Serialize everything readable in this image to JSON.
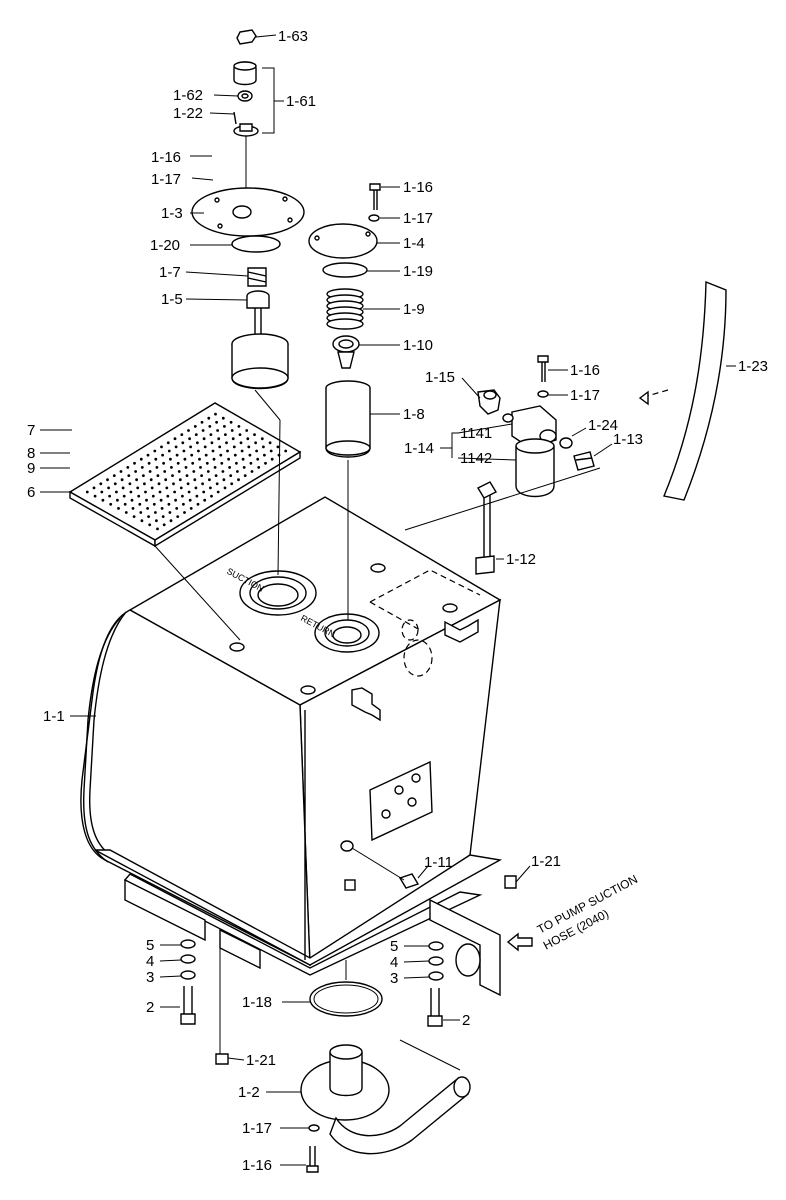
{
  "labels": {
    "l_1_63": "1-63",
    "l_1_62": "1-62",
    "l_1_61": "1-61",
    "l_1_22": "1-22",
    "l_1_16_a": "1-16",
    "l_1_17_a": "1-17",
    "l_1_3": "1-3",
    "l_1_20": "1-20",
    "l_1_7": "1-7",
    "l_1_5": "1-5",
    "l_1_16_b": "1-16",
    "l_1_17_b": "1-17",
    "l_1_4": "1-4",
    "l_1_19": "1-19",
    "l_1_9": "1-9",
    "l_1_10": "1-10",
    "l_1_8": "1-8",
    "l_1_15": "1-15",
    "l_1_16_c": "1-16",
    "l_1_17_c": "1-17",
    "l_1_23": "1-23",
    "l_1_24": "1-24",
    "l_1_13": "1-13",
    "l_1_14": "1-14",
    "l_1141": "1141",
    "l_1142": "1142",
    "l_7": "7",
    "l_8": "8",
    "l_9": "9",
    "l_6": "6",
    "l_1_12": "1-12",
    "l_1_1": "1-1",
    "l_1_21_a": "1-21",
    "l_1_11": "1-11",
    "l_5_a": "5",
    "l_4_a": "4",
    "l_3_a": "3",
    "l_2_a": "2",
    "l_5_b": "5",
    "l_4_b": "4",
    "l_3_b": "3",
    "l_2_b": "2",
    "l_1_18": "1-18",
    "l_1_21_b": "1-21",
    "l_1_2": "1-2",
    "l_1_17_d": "1-17",
    "l_1_16_d": "1-16"
  },
  "engravings": {
    "suction": "SUCTION",
    "return": "RETURN"
  },
  "note": {
    "line1": "TO PUMP SUCTION",
    "line2": "HOSE (2040)"
  }
}
